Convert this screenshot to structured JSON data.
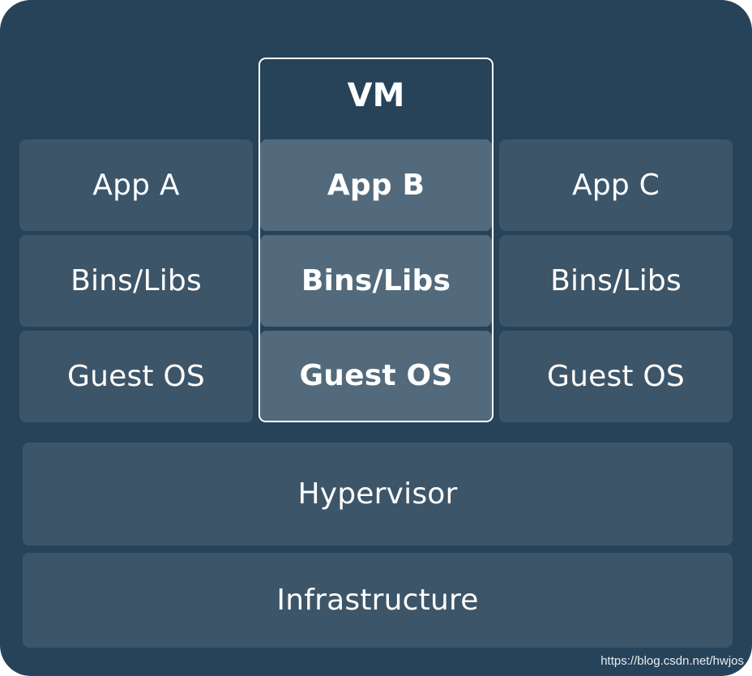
{
  "vm": {
    "label": "VM"
  },
  "columns": [
    {
      "app": "App A",
      "bins": "Bins/Libs",
      "os": "Guest OS"
    },
    {
      "app": "App B",
      "bins": "Bins/Libs",
      "os": "Guest OS"
    },
    {
      "app": "App C",
      "bins": "Bins/Libs",
      "os": "Guest OS"
    }
  ],
  "hypervisor": "Hypervisor",
  "infrastructure": "Infrastructure",
  "watermark": "https://blog.csdn.net/hwjos",
  "colors": {
    "background": "#26435a",
    "block": "#3d5568",
    "highlight_block": "#526a7b",
    "text": "#ffffff"
  }
}
